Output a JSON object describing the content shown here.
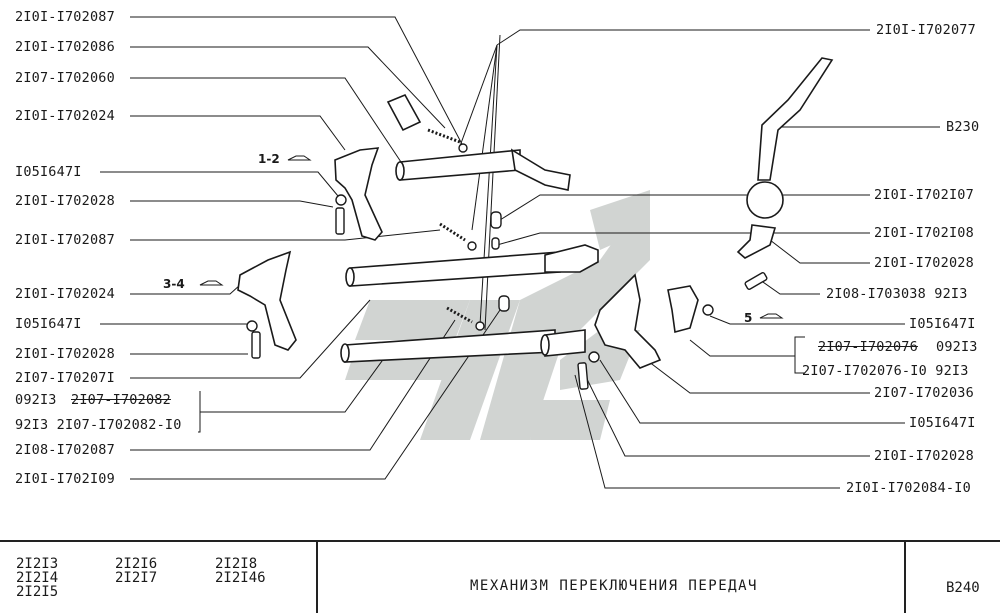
{
  "labels_left": [
    {
      "id": "l1",
      "text": "2I0I-I702087"
    },
    {
      "id": "l2",
      "text": "2I0I-I702086"
    },
    {
      "id": "l3",
      "text": "2I07-I702060"
    },
    {
      "id": "l4",
      "text": "2I0I-I702024"
    },
    {
      "id": "l5",
      "text": "I05I647I"
    },
    {
      "id": "l6",
      "text": "2I0I-I702028"
    },
    {
      "id": "l7",
      "text": "2I0I-I702087"
    },
    {
      "id": "l8",
      "text": "2I0I-I702024"
    },
    {
      "id": "l9",
      "text": "I05I647I"
    },
    {
      "id": "l10",
      "text": "2I0I-I702028"
    },
    {
      "id": "l11",
      "text": "2I07-I70207I"
    },
    {
      "id": "l12a",
      "text": "092I3"
    },
    {
      "id": "l12b",
      "text": "2I07-I702082"
    },
    {
      "id": "l13",
      "text": "92I3  2I07-I702082-I0"
    },
    {
      "id": "l14",
      "text": "2I08-I702087"
    },
    {
      "id": "l15",
      "text": "2I0I-I702I09"
    }
  ],
  "labels_right": [
    {
      "id": "r1",
      "text": "2I0I-I702077"
    },
    {
      "id": "r2",
      "text": "B230"
    },
    {
      "id": "r3",
      "text": "2I0I-I702I07"
    },
    {
      "id": "r4",
      "text": "2I0I-I702I08"
    },
    {
      "id": "r5",
      "text": "2I0I-I702028"
    },
    {
      "id": "r6",
      "text": "2I08-I703038  92I3"
    },
    {
      "id": "r7",
      "text": "I05I647I"
    },
    {
      "id": "r8a",
      "text": "2I07-I702076"
    },
    {
      "id": "r8b",
      "text": "092I3"
    },
    {
      "id": "r9",
      "text": "2I07-I702076-I0  92I3"
    },
    {
      "id": "r10",
      "text": "2I07-I702036"
    },
    {
      "id": "r11",
      "text": "I05I647I"
    },
    {
      "id": "r12",
      "text": "2I0I-I702028"
    },
    {
      "id": "r13",
      "text": "2I0I-I702084-I0"
    }
  ],
  "sections": {
    "s12": "1-2",
    "s34": "3-4",
    "s5": "5"
  },
  "footer": {
    "models_col1": [
      "2I2I3",
      "2I2I4",
      "2I2I5"
    ],
    "models_col2": [
      "2I2I6",
      "2I2I7"
    ],
    "models_col3": [
      "2I2I8",
      "2I2I46"
    ],
    "title": "МЕХАНИЗМ  ПЕРЕКЛЮЧЕНИЯ  ПЕРЕДАЧ",
    "sheet": "B240"
  },
  "colors": {
    "ink": "#1a1a1a",
    "watermark": "#c9cdcb"
  }
}
